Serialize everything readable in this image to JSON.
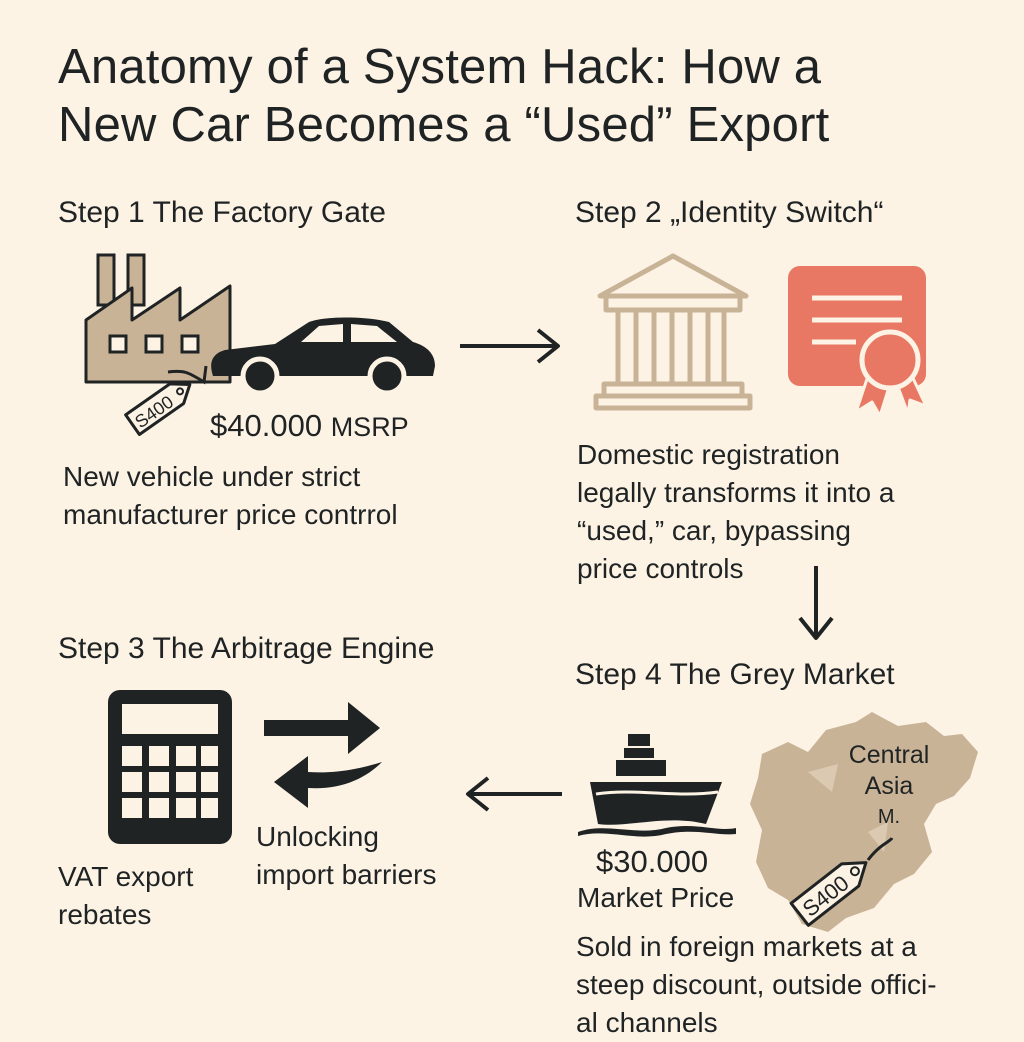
{
  "title": {
    "line1": "Anatomy of a System Hack: How a",
    "line2": "New Car Becomes a “Used” Export"
  },
  "steps": [
    {
      "heading": "Step 1 The Factory Gate",
      "tag": "S400",
      "price": "$40.000",
      "price_suffix": "MSRP",
      "desc": [
        "New vehicle under strict",
        "manufacturer price contrrol"
      ]
    },
    {
      "heading": "Step 2 „Identity Switch“",
      "desc": [
        "Domestic registration",
        "legally transforms it into a",
        "“used,” car, bypassing",
        "price controls"
      ]
    },
    {
      "heading": "Step 3 The Arbitrage Engine",
      "left_desc": [
        "VAT export",
        "rebates"
      ],
      "right_desc": [
        "Unlocking",
        "import barriers"
      ]
    },
    {
      "heading": "Step 4 The Grey Market",
      "map_label": [
        "Central",
        "Asia",
        "M."
      ],
      "tag": "S400",
      "price": "$30.000",
      "price_caption": "Market Price",
      "desc": [
        "Sold in foreign markets at a",
        "steep discount, outside offici-",
        "al channels"
      ]
    }
  ],
  "colors": {
    "background": "#fdf3e5",
    "ink": "#1f2324",
    "tan": "#c9b397",
    "coral": "#e87863"
  },
  "icons": [
    "factory-icon",
    "car-icon",
    "price-tag-icon",
    "arrow-right-icon",
    "government-building-icon",
    "certificate-icon",
    "arrow-down-icon",
    "calculator-icon",
    "exchange-arrows-icon",
    "arrow-left-icon",
    "cargo-ship-icon",
    "map-icon"
  ]
}
